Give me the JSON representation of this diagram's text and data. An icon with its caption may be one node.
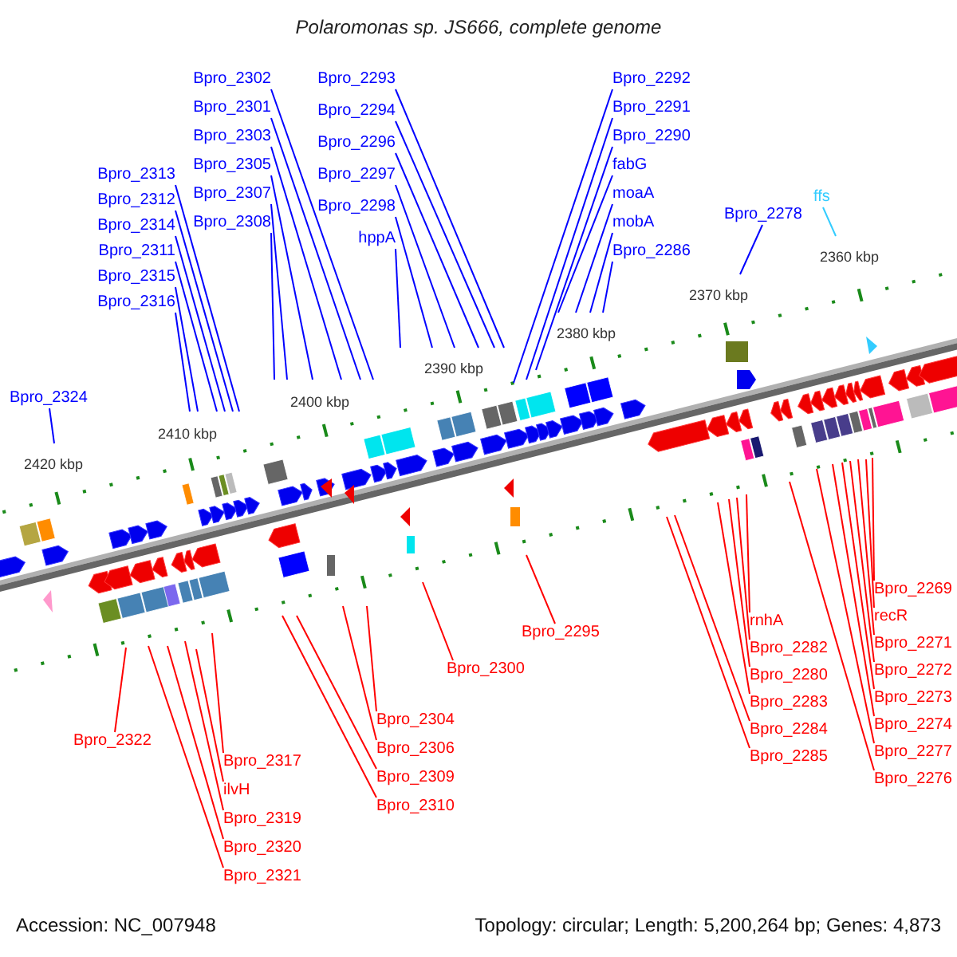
{
  "diagram": {
    "title": "Polaromonas sp. JS666, complete genome",
    "nodes": [
      {
        "text": [
          "Bpro_2293"
        ]
      },
      {
        "text": [
          "Bpro_2292"
        ]
      },
      {
        "text": [
          "Bpro_2302"
        ]
      },
      {
        "text": [
          "Bpro_2294"
        ]
      },
      {
        "text": [
          "Bpro_2291"
        ]
      },
      {
        "text": [
          "Bpro_2301"
        ]
      },
      {
        "text": [
          "Bpro_2296"
        ]
      },
      {
        "text": [
          "Bpro_2290"
        ]
      },
      {
        "text": [
          "Bpro_2303"
        ]
      },
      {
        "text": [
          "Bpro_2297"
        ]
      },
      {
        "text": [
          "fabG"
        ]
      },
      {
        "text": [
          "Bpro_2305"
        ]
      },
      {
        "text": [
          "Bpro_2313"
        ]
      },
      {
        "text": [
          "ffs"
        ]
      },
      {
        "text": [
          "Bpro_2298"
        ]
      },
      {
        "text": [
          "moaA"
        ]
      },
      {
        "text": [
          "Bpro_2307"
        ]
      },
      {
        "text": [
          "Bpro_2312"
        ]
      },
      {
        "text": [
          "Bpro_2278"
        ]
      },
      {
        "text": [
          "hppA"
        ]
      },
      {
        "text": [
          "mobA"
        ]
      },
      {
        "text": [
          "Bpro_2308"
        ]
      },
      {
        "text": [
          "Bpro_2314"
        ]
      },
      {
        "text": [
          "Bpro_2286"
        ]
      },
      {
        "text": [
          "Bpro_2311"
        ]
      },
      {
        "text": [
          "Bpro_2315"
        ]
      },
      {
        "text": [
          "Bpro_2316"
        ]
      },
      {
        "text": [
          "Bpro_2324"
        ]
      },
      {
        "text": [
          "Bpro_2269"
        ]
      },
      {
        "text": [
          "Bpro_2300"
        ]
      },
      {
        "text": [
          "Bpro_2295"
        ]
      },
      {
        "text": [
          "recR"
        ]
      },
      {
        "text": [
          "rnhA"
        ]
      },
      {
        "text": [
          "Bpro_2271"
        ]
      },
      {
        "text": [
          "Bpro_2282"
        ]
      },
      {
        "text": [
          "Bpro_2272"
        ]
      },
      {
        "text": [
          "Bpro_2280"
        ]
      },
      {
        "text": [
          "Bpro_2273"
        ]
      },
      {
        "text": [
          "Bpro_2283"
        ]
      },
      {
        "text": [
          "Bpro_2304"
        ]
      },
      {
        "text": [
          "Bpro_2274"
        ]
      },
      {
        "text": [
          "Bpro_2284"
        ]
      },
      {
        "text": [
          "Bpro_2322"
        ]
      },
      {
        "text": [
          "Bpro_2306"
        ]
      },
      {
        "text": [
          "Bpro_2277"
        ]
      },
      {
        "text": [
          "Bpro_2285"
        ]
      },
      {
        "text": [
          "Bpro_2317"
        ]
      },
      {
        "text": [
          "Bpro_2309"
        ]
      },
      {
        "text": [
          "Bpro_2276"
        ]
      },
      {
        "text": [
          "ilvH"
        ]
      },
      {
        "text": [
          "Bpro_2310"
        ]
      },
      {
        "text": [
          "Bpro_2319"
        ]
      },
      {
        "text": [
          "Bpro_2320"
        ]
      },
      {
        "text": [
          "Bpro_2321"
        ]
      }
    ],
    "edges": [
      {
        "from": 0,
        "to": null,
        "arrow": "none",
        "color": "#0000ff"
      },
      {
        "from": 1,
        "to": null,
        "arrow": "none",
        "color": "#0000ff"
      },
      {
        "from": 2,
        "to": null,
        "arrow": "none",
        "color": "#0000ff"
      },
      {
        "from": 3,
        "to": null,
        "arrow": "none",
        "color": "#0000ff"
      },
      {
        "from": 4,
        "to": null,
        "arrow": "none",
        "color": "#0000ff"
      },
      {
        "from": 5,
        "to": null,
        "arrow": "none",
        "color": "#0000ff"
      },
      {
        "from": 6,
        "to": null,
        "arrow": "none",
        "color": "#0000ff"
      },
      {
        "from": 7,
        "to": null,
        "arrow": "none",
        "color": "#0000ff"
      },
      {
        "from": 8,
        "to": null,
        "arrow": "none",
        "color": "#0000ff"
      },
      {
        "from": 9,
        "to": null,
        "arrow": "none",
        "color": "#0000ff"
      },
      {
        "from": 10,
        "to": null,
        "arrow": "none",
        "color": "#0000ff"
      },
      {
        "from": 11,
        "to": null,
        "arrow": "none",
        "color": "#0000ff"
      },
      {
        "from": 12,
        "to": null,
        "arrow": "none",
        "color": "#0000ff"
      },
      {
        "from": 13,
        "to": null,
        "arrow": "none",
        "color": "#33ccff"
      },
      {
        "from": 14,
        "to": null,
        "arrow": "none",
        "color": "#0000ff"
      },
      {
        "from": 15,
        "to": null,
        "arrow": "none",
        "color": "#0000ff"
      },
      {
        "from": 16,
        "to": null,
        "arrow": "none",
        "color": "#0000ff"
      },
      {
        "from": 17,
        "to": null,
        "arrow": "none",
        "color": "#0000ff"
      },
      {
        "from": 18,
        "to": null,
        "arrow": "none",
        "color": "#0000ff"
      },
      {
        "from": 19,
        "to": null,
        "arrow": "none",
        "color": "#0000ff"
      },
      {
        "from": 20,
        "to": null,
        "arrow": "none",
        "color": "#0000ff"
      },
      {
        "from": 21,
        "to": null,
        "arrow": "none",
        "color": "#0000ff"
      },
      {
        "from": 22,
        "to": null,
        "arrow": "none",
        "color": "#0000ff"
      },
      {
        "from": 23,
        "to": null,
        "arrow": "none",
        "color": "#0000ff"
      },
      {
        "from": 24,
        "to": null,
        "arrow": "none",
        "color": "#0000ff"
      },
      {
        "from": 25,
        "to": null,
        "arrow": "none",
        "color": "#0000ff"
      },
      {
        "from": 26,
        "to": null,
        "arrow": "none",
        "color": "#0000ff"
      },
      {
        "from": 27,
        "to": null,
        "arrow": "none",
        "color": "#0000ff"
      },
      {
        "from": 28,
        "to": null,
        "arrow": "none",
        "color": "#ff0000"
      },
      {
        "from": 29,
        "to": null,
        "arrow": "none",
        "color": "#ff0000"
      },
      {
        "from": 30,
        "to": null,
        "arrow": "none",
        "color": "#ff0000"
      },
      {
        "from": 31,
        "to": null,
        "arrow": "none",
        "color": "#ff0000"
      },
      {
        "from": 32,
        "to": null,
        "arrow": "none",
        "color": "#ff0000"
      },
      {
        "from": 33,
        "to": null,
        "arrow": "none",
        "color": "#ff0000"
      },
      {
        "from": 34,
        "to": null,
        "arrow": "none",
        "color": "#ff0000"
      },
      {
        "from": 35,
        "to": null,
        "arrow": "none",
        "color": "#ff0000"
      },
      {
        "from": 36,
        "to": null,
        "arrow": "none",
        "color": "#ff0000"
      },
      {
        "from": 37,
        "to": null,
        "arrow": "none",
        "color": "#ff0000"
      },
      {
        "from": 38,
        "to": null,
        "arrow": "none",
        "color": "#ff0000"
      },
      {
        "from": 39,
        "to": null,
        "arrow": "none",
        "color": "#ff0000"
      },
      {
        "from": 40,
        "to": null,
        "arrow": "none",
        "color": "#ff0000"
      },
      {
        "from": 41,
        "to": null,
        "arrow": "none",
        "color": "#ff0000"
      },
      {
        "from": 42,
        "to": null,
        "arrow": "none",
        "color": "#ff0000"
      },
      {
        "from": 43,
        "to": null,
        "arrow": "none",
        "color": "#ff0000"
      },
      {
        "from": 44,
        "to": null,
        "arrow": "none",
        "color": "#ff0000"
      },
      {
        "from": 45,
        "to": null,
        "arrow": "none",
        "color": "#ff0000"
      },
      {
        "from": 46,
        "to": null,
        "arrow": "none",
        "color": "#ff0000"
      },
      {
        "from": 47,
        "to": null,
        "arrow": "none",
        "color": "#ff0000"
      },
      {
        "from": 48,
        "to": null,
        "arrow": "none",
        "color": "#ff0000"
      },
      {
        "from": 49,
        "to": null,
        "arrow": "none",
        "color": "#ff0000"
      },
      {
        "from": 50,
        "to": null,
        "arrow": "none",
        "color": "#ff0000"
      },
      {
        "from": 51,
        "to": null,
        "arrow": "none",
        "color": "#ff0000"
      },
      {
        "from": 52,
        "to": null,
        "arrow": "none",
        "color": "#ff0000"
      },
      {
        "from": 53,
        "to": null,
        "arrow": "none",
        "color": "#ff0000"
      }
    ],
    "labels": [
      "2360 kbp",
      "2370 kbp",
      "2380 kbp",
      "2390 kbp",
      "2400 kbp",
      "2410 kbp",
      "2420 kbp",
      "Accession: NC_007948",
      "Topology: circular; Length: 5,200,264 bp; Genes: 4,873"
    ]
  }
}
